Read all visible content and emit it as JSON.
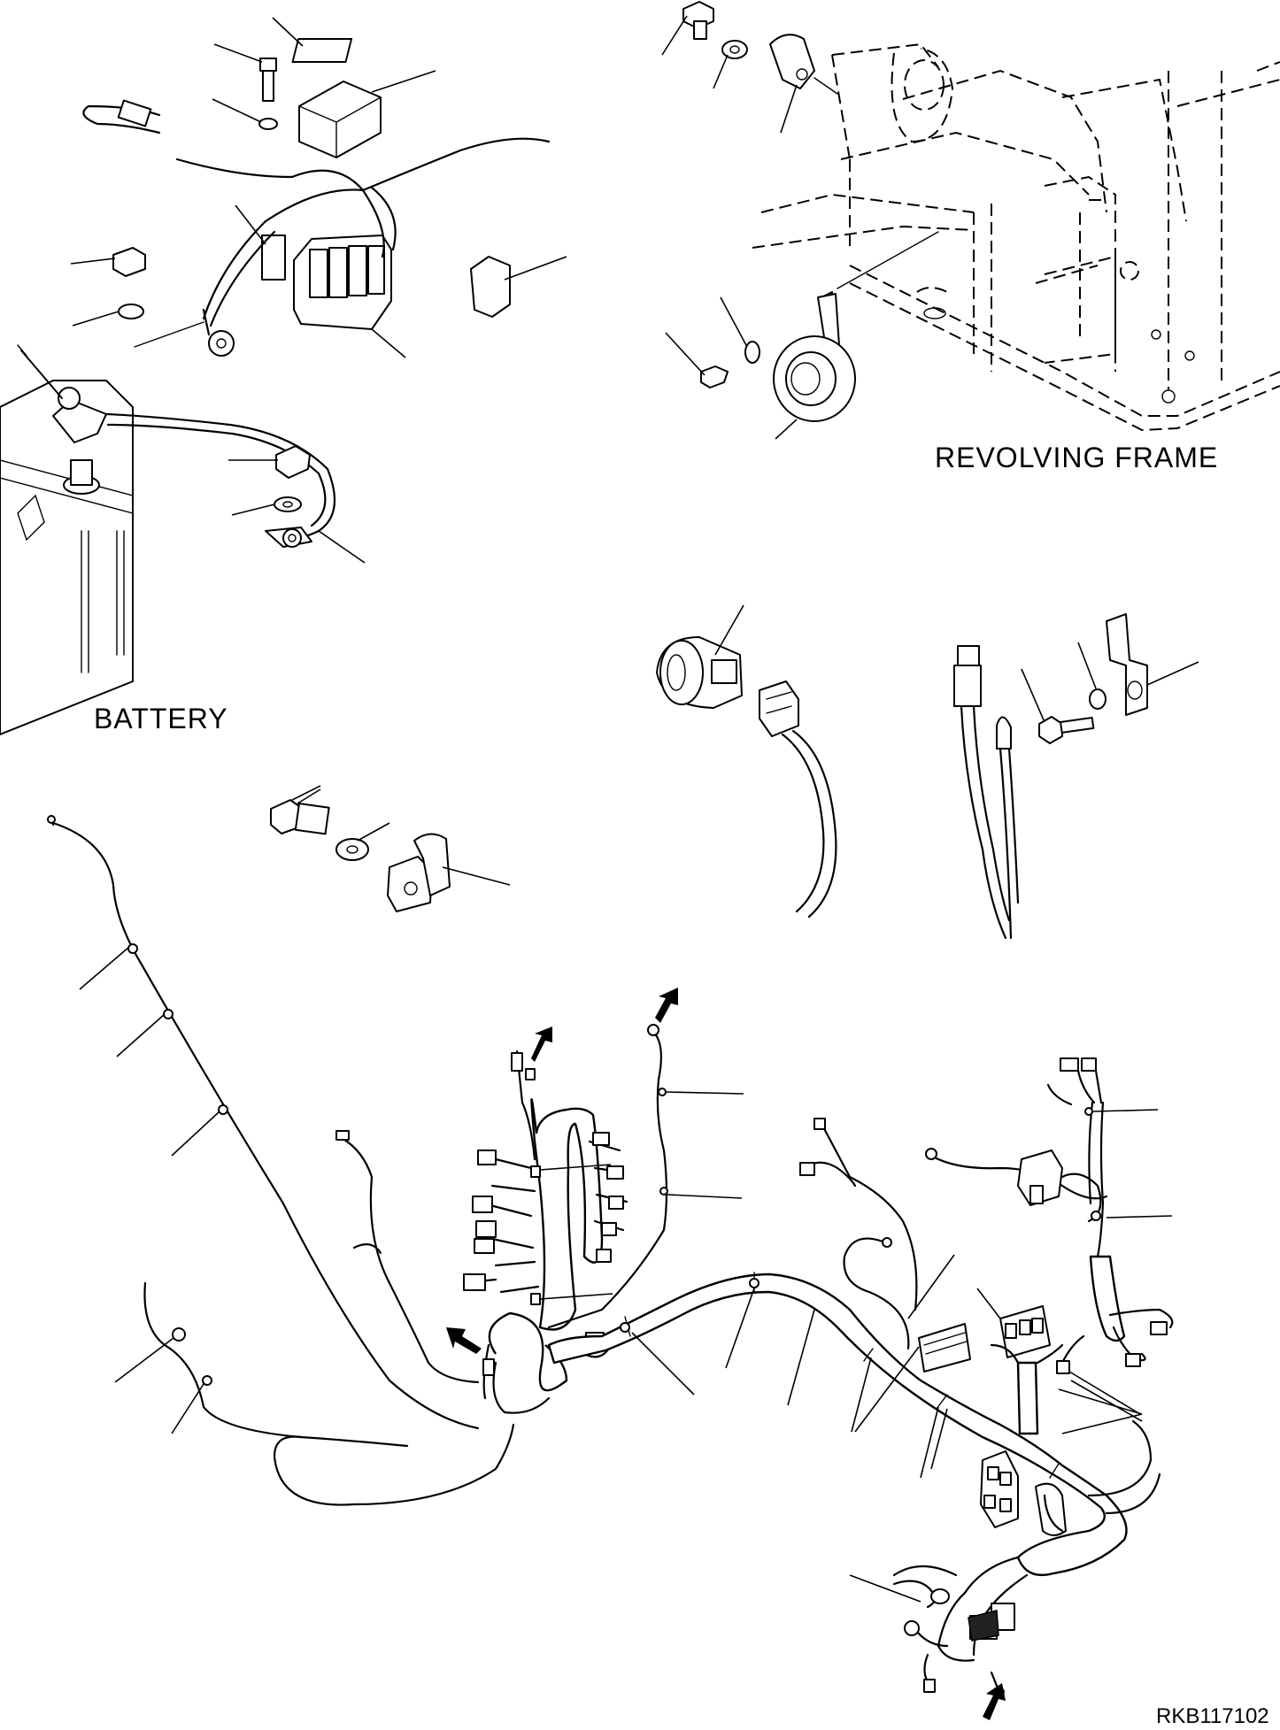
{
  "labels": {
    "revolving_frame": "REVOLVING FRAME",
    "battery": "BATTERY",
    "drawing_code": "RKB117102"
  }
}
